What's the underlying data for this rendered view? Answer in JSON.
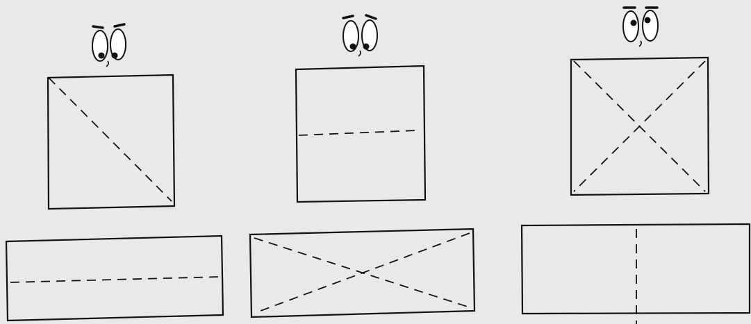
{
  "background": "#e9e9e9",
  "ink": "#111111",
  "figures": [
    {
      "name": "square-diagonal-fold",
      "shape": "square",
      "fold": "diagonal",
      "has_face": true
    },
    {
      "name": "square-horizontal-fold",
      "shape": "square",
      "fold": "horizontal",
      "has_face": true
    },
    {
      "name": "square-x-fold",
      "shape": "square",
      "fold": "both-diagonals",
      "has_face": true
    },
    {
      "name": "rectangle-horizontal-fold",
      "shape": "rectangle",
      "fold": "horizontal",
      "has_face": false
    },
    {
      "name": "rectangle-x-fold",
      "shape": "rectangle",
      "fold": "both-diagonals",
      "has_face": false
    },
    {
      "name": "rectangle-vertical-fold",
      "shape": "rectangle",
      "fold": "vertical",
      "has_face": false
    }
  ],
  "face_icon": "googly-eyes-face-icon"
}
